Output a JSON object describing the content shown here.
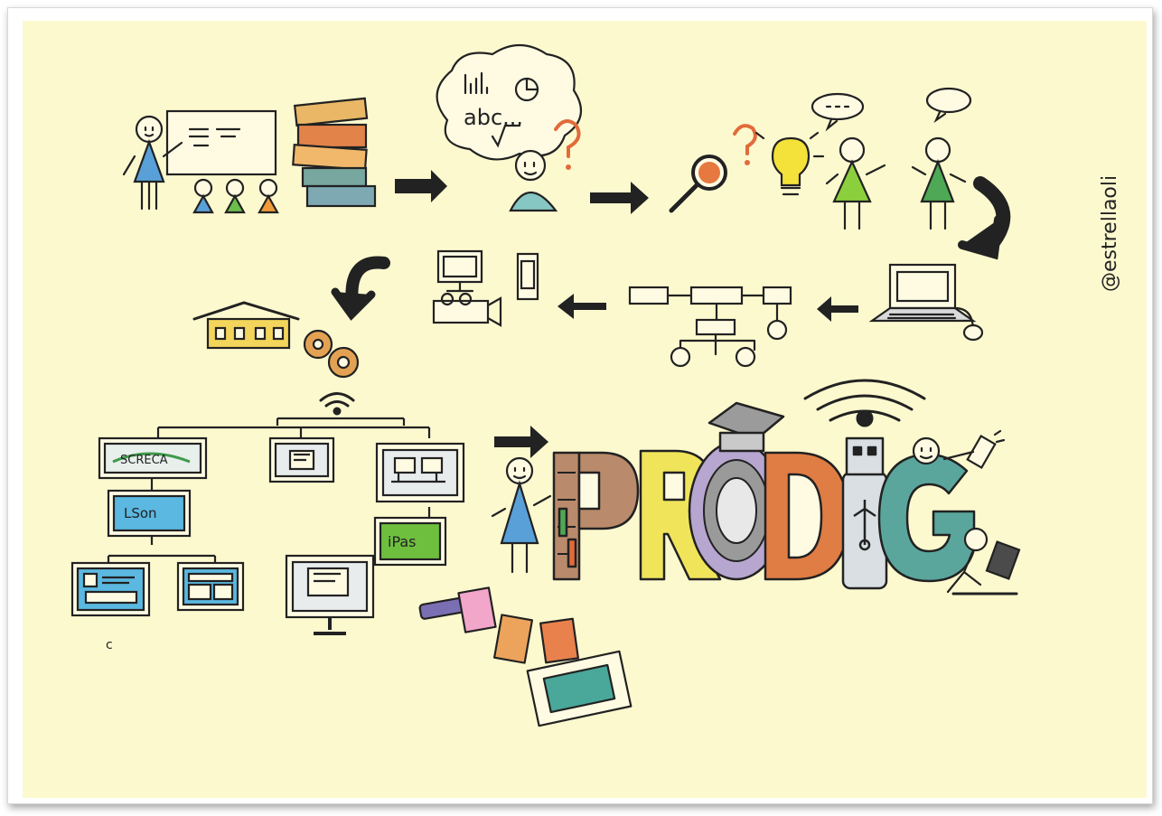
{
  "illustration": {
    "paper_color": "#fdf9cf",
    "ink_color": "#222222",
    "signature": "@estrellaoli",
    "word_letters": [
      "P",
      "R",
      "O",
      "D",
      "I",
      "G"
    ],
    "letter_colors": [
      "#b98a6b",
      "#f0e45a",
      "#b7a6cf",
      "#e07d44",
      "#d9dfe2",
      "#5aa69c"
    ],
    "thought_bubble_text": "abc...",
    "screen_labels": {
      "top_left_screen": "SCRECA",
      "mid_left_screen": "LSon",
      "right_screen": "iPas"
    },
    "corner_mark": "c"
  }
}
